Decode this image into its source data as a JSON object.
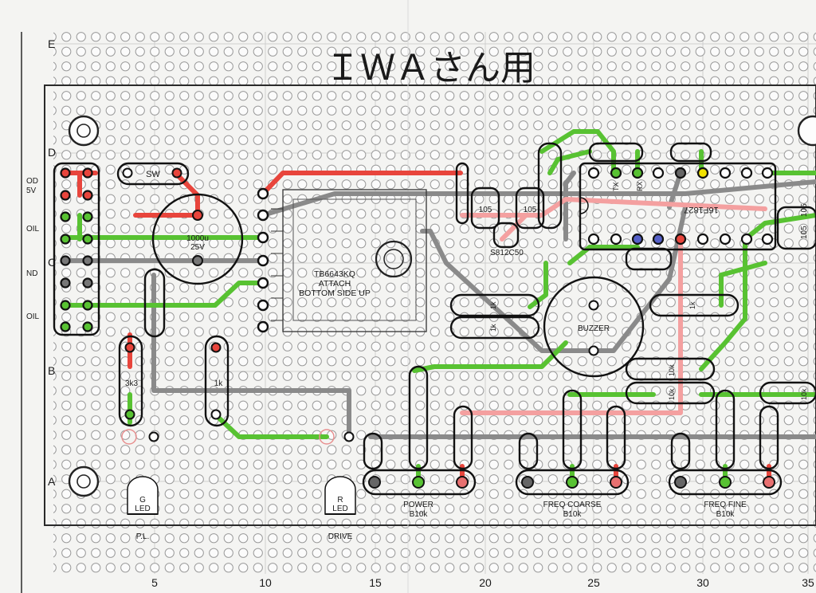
{
  "title": "ＩＷＡさん用",
  "row_letters": [
    "E",
    "D",
    "C",
    "B",
    "A"
  ],
  "column_numbers": [
    "5",
    "10",
    "15",
    "20",
    "25",
    "30",
    "35"
  ],
  "left_edge_labels": [
    "OD",
    "5V",
    "OIL",
    "ND",
    "OIL"
  ],
  "chips": {
    "driver": {
      "name": "TB6643KQ",
      "note_line1": "ATTACH",
      "note_line2": "BOTTOM SIDE UP"
    },
    "mcu": {
      "name": "16F1827",
      "pin_tx": "TX",
      "pin_rx": "RX"
    }
  },
  "parts": {
    "switch": "SW",
    "capacitor_value": "1000u",
    "capacitor_voltage": "25V",
    "regulator": "S812C50",
    "cap_105_a": "105",
    "cap_105_b": "105",
    "cap_105_right_a": "105",
    "cap_105_right_b": "105",
    "buzzer": "BUZZER",
    "r_3k3": "3k3",
    "r_1k_pl": "1k",
    "r_1k_a": "1k",
    "r_1k_b": "1k",
    "r_1k_c": "1k",
    "r_10k_a": "10k",
    "r_10k_b": "10k",
    "r_10k_c": "10k"
  },
  "leds": [
    {
      "color": "G",
      "type": "LED",
      "label": "P.L."
    },
    {
      "color": "R",
      "type": "LED",
      "label": "DRIVE"
    }
  ],
  "pots": [
    {
      "name": "POWER",
      "value": "B10k"
    },
    {
      "name": "FREQ COARSE",
      "value": "B10k"
    },
    {
      "name": "FREQ FINE",
      "value": "B10k"
    }
  ],
  "colors": {
    "red_wire": "#e8453c",
    "pink_wire": "#f4a0a0",
    "green_wire": "#58c232",
    "gray_wire": "#8a8a8a",
    "grid_line": "#cfcfcf",
    "hole": "#9a9a9a",
    "yellow_pad": "#f2e200",
    "blue_pad": "#5560c8"
  }
}
